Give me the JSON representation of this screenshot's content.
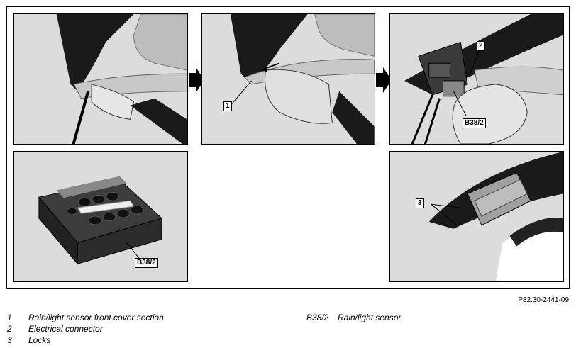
{
  "figure_id": "P82.30-2441-09",
  "callouts": {
    "one": "1",
    "two": "2",
    "three": "3",
    "sensor_top": "B38/2",
    "sensor_bottom": "B38/2"
  },
  "legend": {
    "left": [
      {
        "num": "1",
        "text": "Rain/light sensor front cover section"
      },
      {
        "num": "2",
        "text": "Electrical connector"
      },
      {
        "num": "3",
        "text": "Locks"
      }
    ],
    "right": [
      {
        "num": "B38/2",
        "text": "Rain/light sensor"
      }
    ]
  }
}
